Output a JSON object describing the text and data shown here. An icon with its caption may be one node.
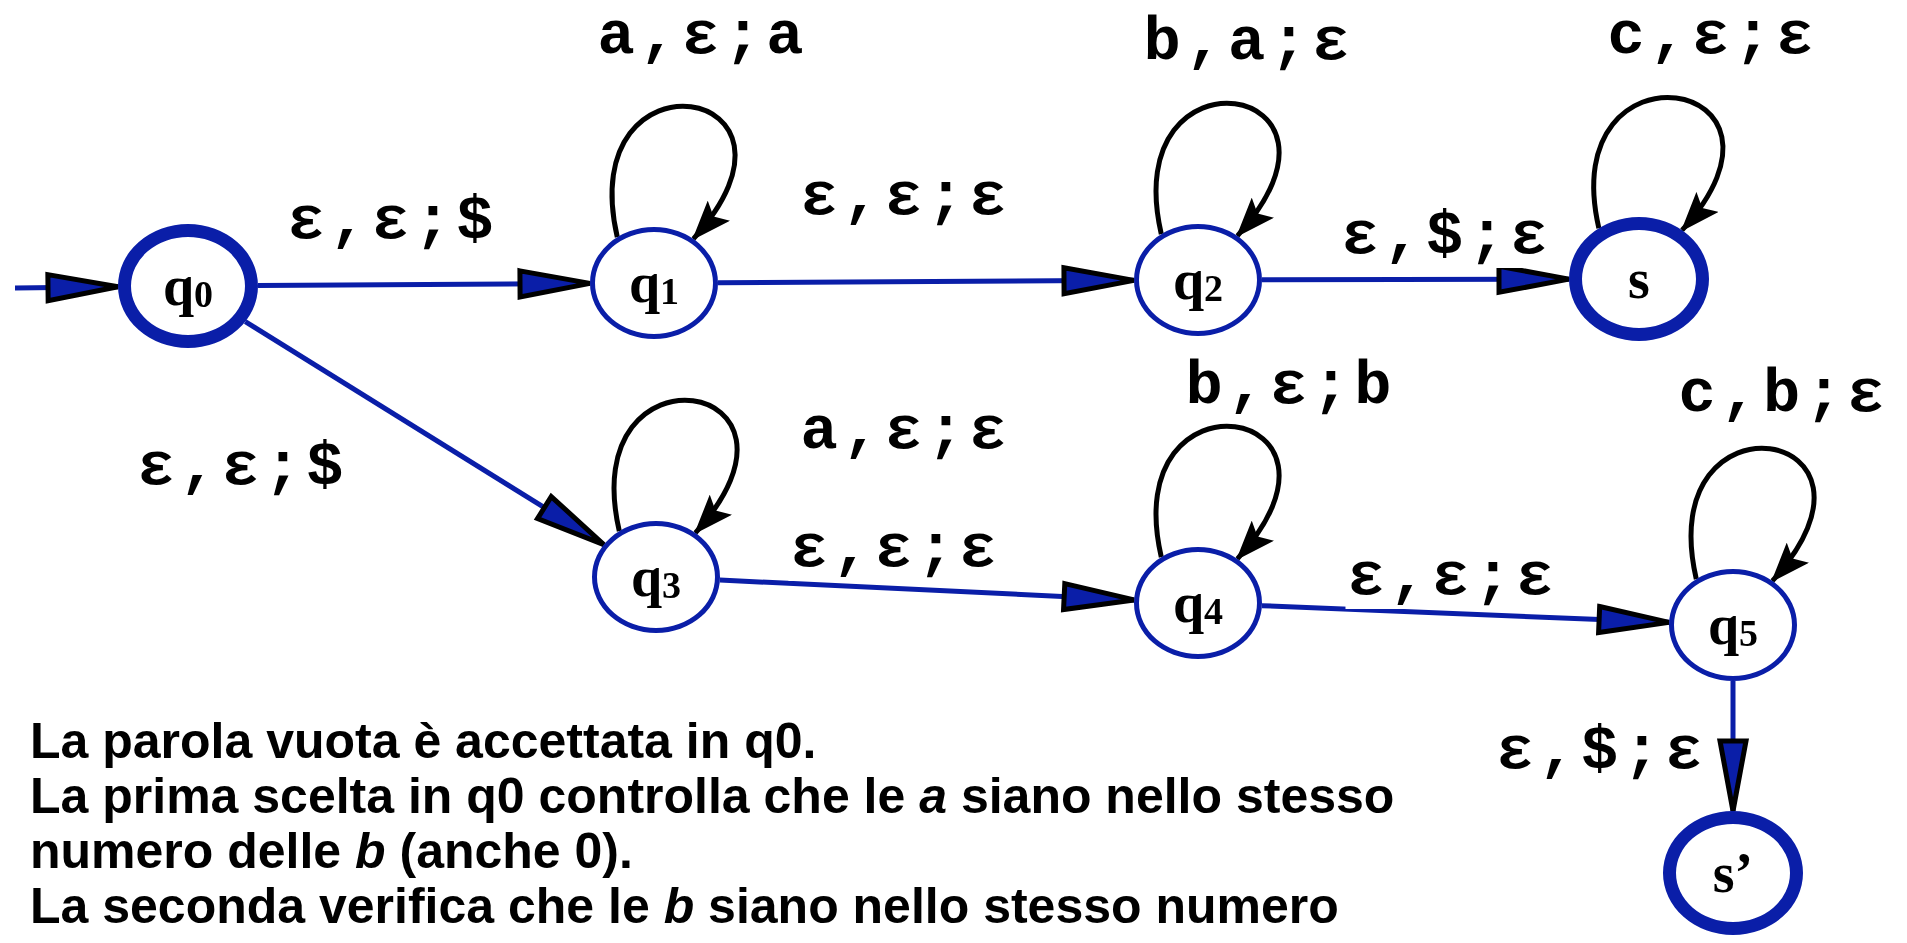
{
  "diagram": {
    "nodes": [
      {
        "text": [
          "q$_{0}$"
        ]
      },
      {
        "text": [
          "q$_{1}$"
        ]
      },
      {
        "text": [
          "q$_{2}$"
        ]
      },
      {
        "text": [
          "s"
        ]
      },
      {
        "text": [
          "q$_{3}$"
        ]
      },
      {
        "text": [
          "q$_{4}$"
        ]
      },
      {
        "text": [
          "q$_{5}$"
        ]
      },
      {
        "text": [
          "s’"
        ]
      }
    ],
    "edges": [
      {
        "from": null,
        "to": 0,
        "arrow": "to"
      },
      {
        "from": 0,
        "to": 1,
        "arrow": "to",
        "label": "ε,ε;$"
      },
      {
        "from": 0,
        "to": 4,
        "arrow": "to",
        "label": "ε,ε;$"
      },
      {
        "from": 1,
        "to": 1,
        "arrow": "to",
        "label": "a,ε;a",
        "color": "#000000"
      },
      {
        "from": 1,
        "to": 2,
        "arrow": "to",
        "label": "ε,ε;ε"
      },
      {
        "from": 2,
        "to": 2,
        "arrow": "to",
        "label": "b,a;ε",
        "color": "#000000"
      },
      {
        "from": 2,
        "to": 3,
        "arrow": "to",
        "label": "ε,$;ε"
      },
      {
        "from": 3,
        "to": 3,
        "arrow": "to",
        "label": "c,ε;ε",
        "color": "#000000"
      },
      {
        "from": 4,
        "to": 4,
        "arrow": "to",
        "label": "a,ε;ε",
        "color": "#000000"
      },
      {
        "from": 4,
        "to": 5,
        "arrow": "to",
        "label": "ε,ε;ε"
      },
      {
        "from": 5,
        "to": 5,
        "arrow": "to",
        "label": "b,ε;b",
        "color": "#000000"
      },
      {
        "from": 5,
        "to": 6,
        "arrow": "to",
        "label": "ε,ε;ε"
      },
      {
        "from": 6,
        "to": 6,
        "arrow": "to",
        "label": "c,b;ε",
        "color": "#000000"
      },
      {
        "from": 6,
        "to": 7,
        "arrow": "to",
        "label": "ε,$;ε"
      }
    ],
    "labels": [
      "La parola vuota è accettata in q0.",
      "La prima scelta in q0 controlla che le *a* siano nello stesso numero delle *b* (anche 0).",
      "La seconda verifica che le *b* siano nello stesso numero"
    ]
  }
}
